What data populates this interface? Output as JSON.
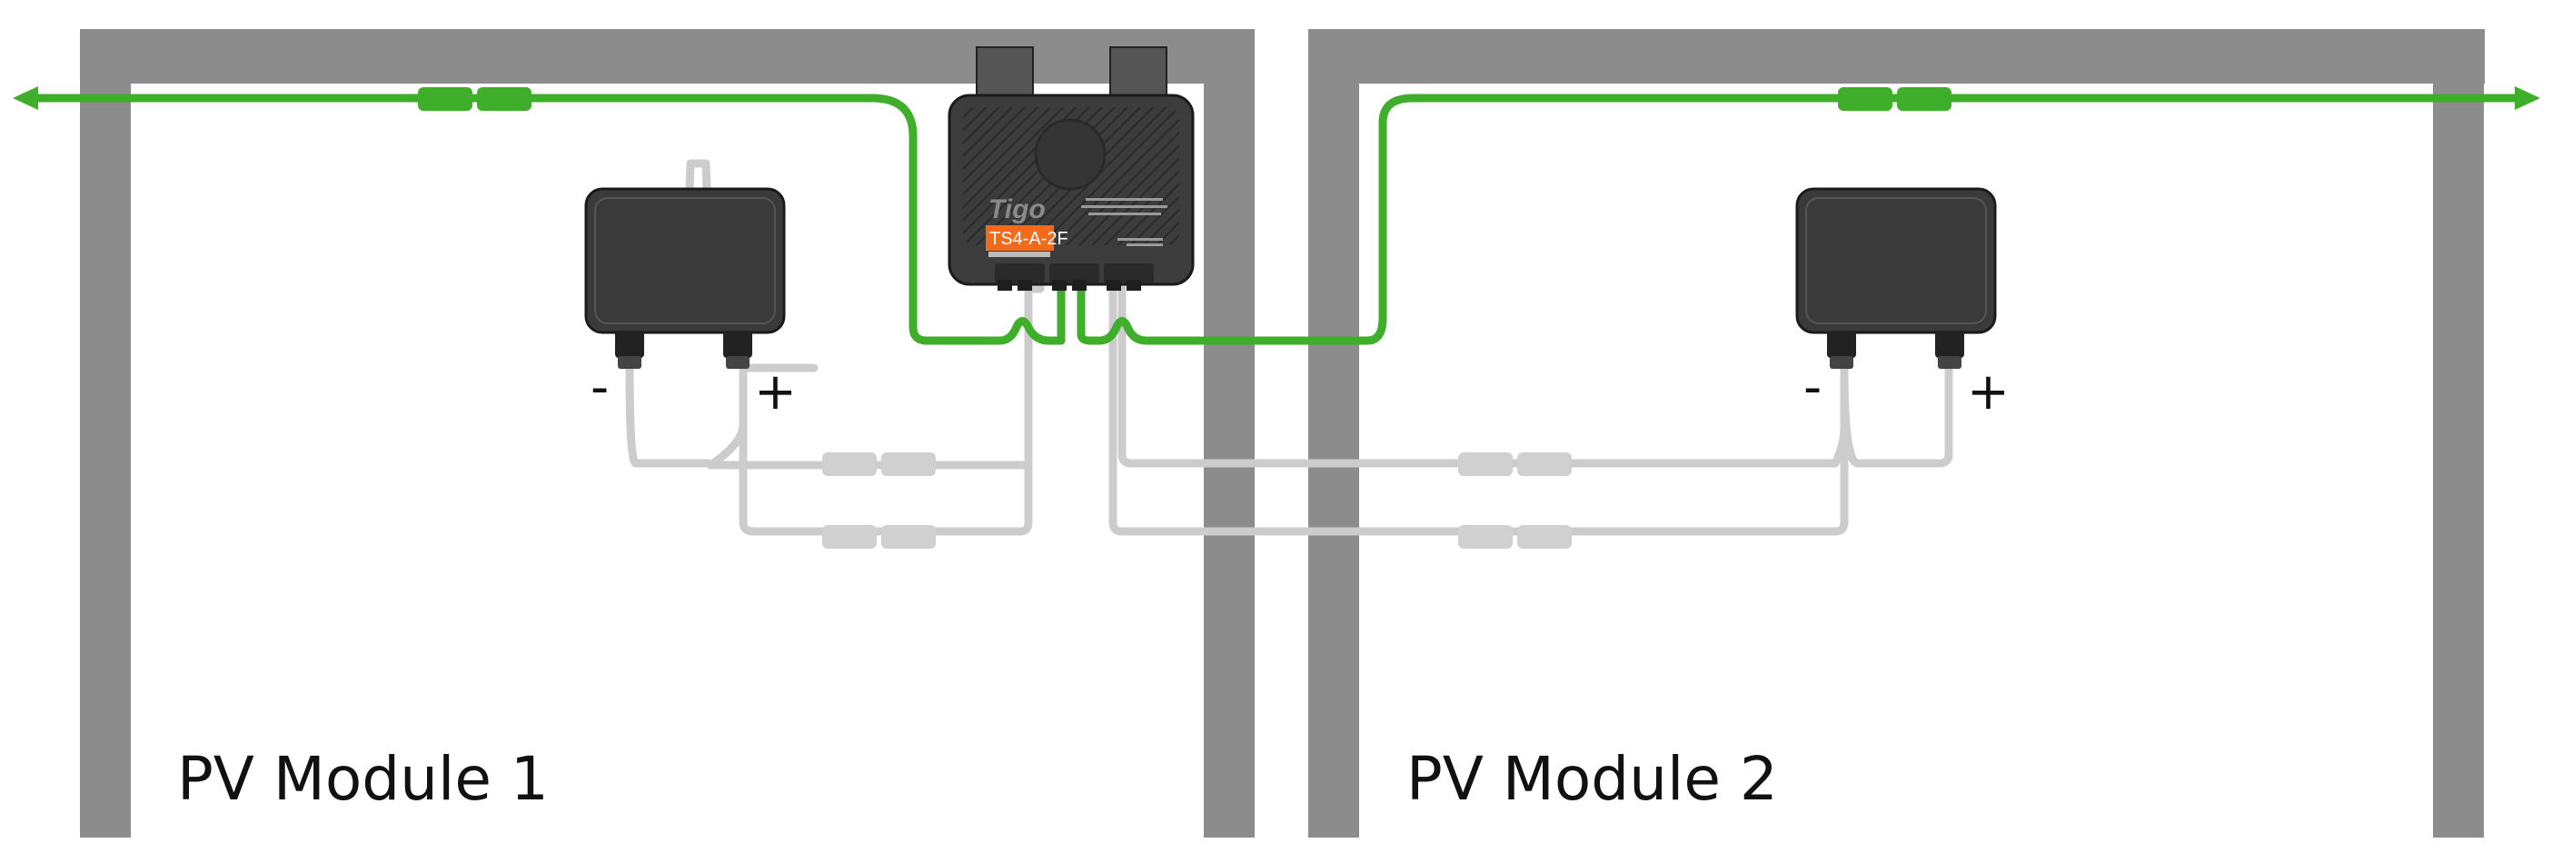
{
  "diagram": {
    "modules": [
      {
        "label": "PV Module 1",
        "negative": "-",
        "positive": "+"
      },
      {
        "label": "PV Module 2",
        "negative": "-",
        "positive": "+"
      }
    ],
    "optimizer": {
      "brand": "Tigo",
      "model": "TS4-A-2F"
    },
    "colors": {
      "frame": "#8c8c8c",
      "string_cable": "#3fae2a",
      "module_cable": "#cccccc",
      "junction_box": "#3a3a3a",
      "optimizer_body": "#3c3c3c",
      "label_orange": "#f26a1b"
    }
  }
}
